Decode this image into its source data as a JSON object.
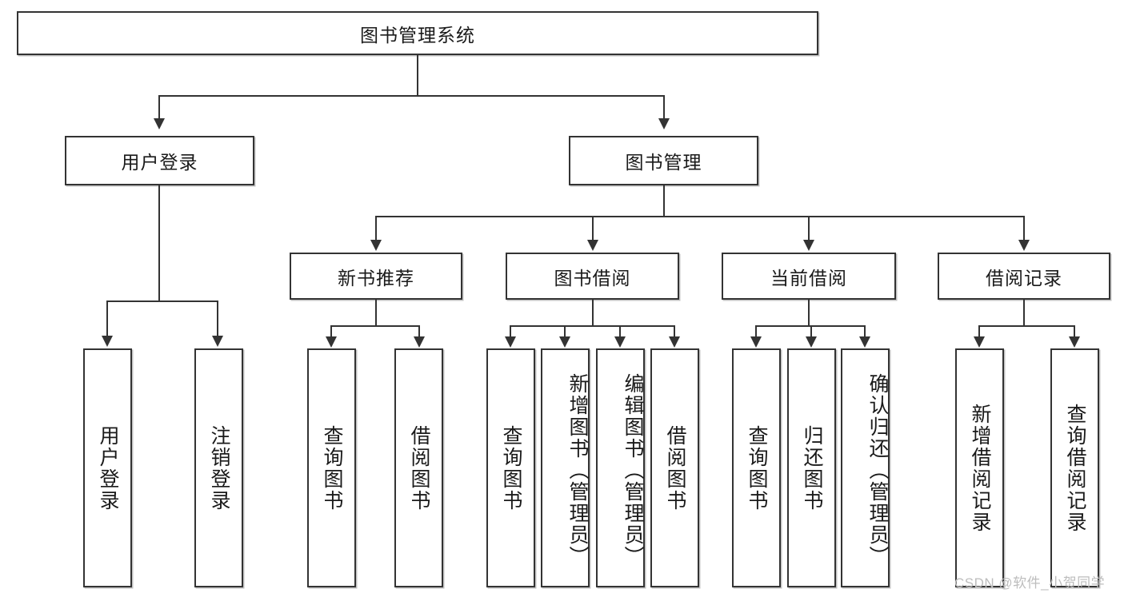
{
  "diagram": {
    "type": "tree",
    "title_node": {
      "label": "图书管理系统"
    },
    "level2": [
      {
        "label": "用户登录"
      },
      {
        "label": "图书管理"
      }
    ],
    "level3": [
      {
        "label": "新书推荐"
      },
      {
        "label": "图书借阅"
      },
      {
        "label": "当前借阅"
      },
      {
        "label": "借阅记录"
      }
    ],
    "leaves": {
      "user_login": [
        {
          "label": "用户登录"
        },
        {
          "label": "注销登录"
        }
      ],
      "new_book_recommend": [
        {
          "label": "查询图书"
        },
        {
          "label": "借阅图书"
        }
      ],
      "book_borrow": [
        {
          "label": "查询图书"
        },
        {
          "label": "新增图书（管理员）"
        },
        {
          "label": "编辑图书（管理员）"
        },
        {
          "label": "借阅图书"
        }
      ],
      "current_borrow": [
        {
          "label": "查询图书"
        },
        {
          "label": "归还图书"
        },
        {
          "label": "确认归还（管理员）"
        }
      ],
      "borrow_record": [
        {
          "label": "新增借阅记录"
        },
        {
          "label": "查询借阅记录"
        }
      ]
    },
    "watermark": {
      "text": "CSDN @软件_小贺同学"
    },
    "colors": {
      "stroke": "#333333",
      "text": "#1a1a1a",
      "background": "#ffffff",
      "watermark": "#bdbdbd"
    }
  }
}
